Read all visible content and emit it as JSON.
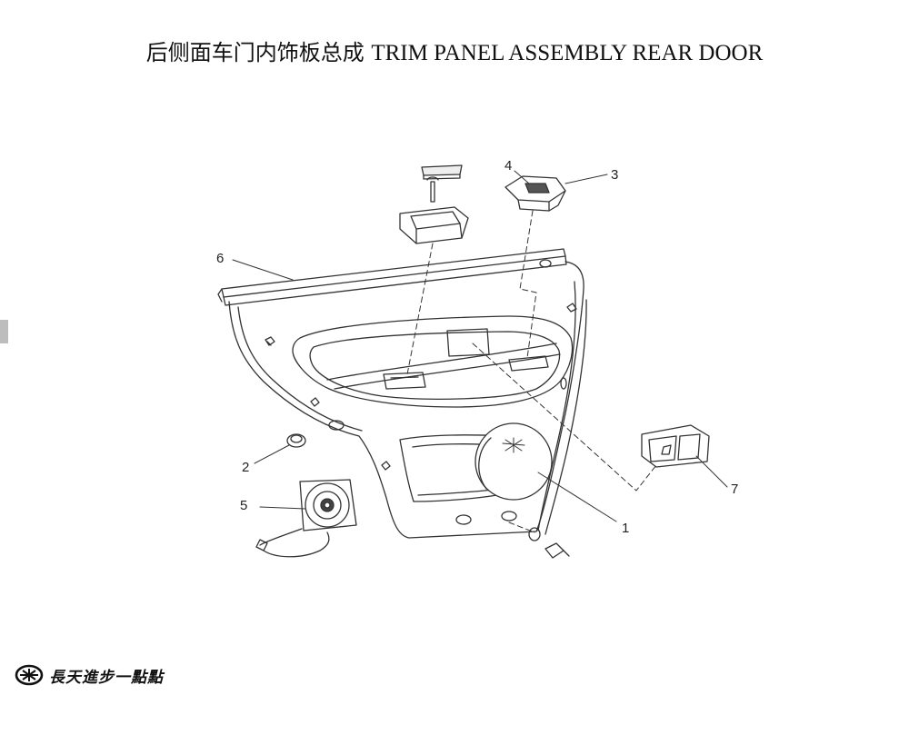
{
  "header": {
    "title_cn": "后侧面车门内饰板总成",
    "title_en": "TRIM PANEL ASSEMBLY  REAR  DOOR"
  },
  "callouts": [
    {
      "id": "1",
      "label": "1"
    },
    {
      "id": "2",
      "label": "2"
    },
    {
      "id": "3",
      "label": "3"
    },
    {
      "id": "4",
      "label": "4"
    },
    {
      "id": "5",
      "label": "5"
    },
    {
      "id": "6",
      "label": "6"
    },
    {
      "id": "7",
      "label": "7"
    }
  ],
  "footer": {
    "slogan": "長天進步一點點",
    "logo_icon": "brand-emblem-icon"
  }
}
